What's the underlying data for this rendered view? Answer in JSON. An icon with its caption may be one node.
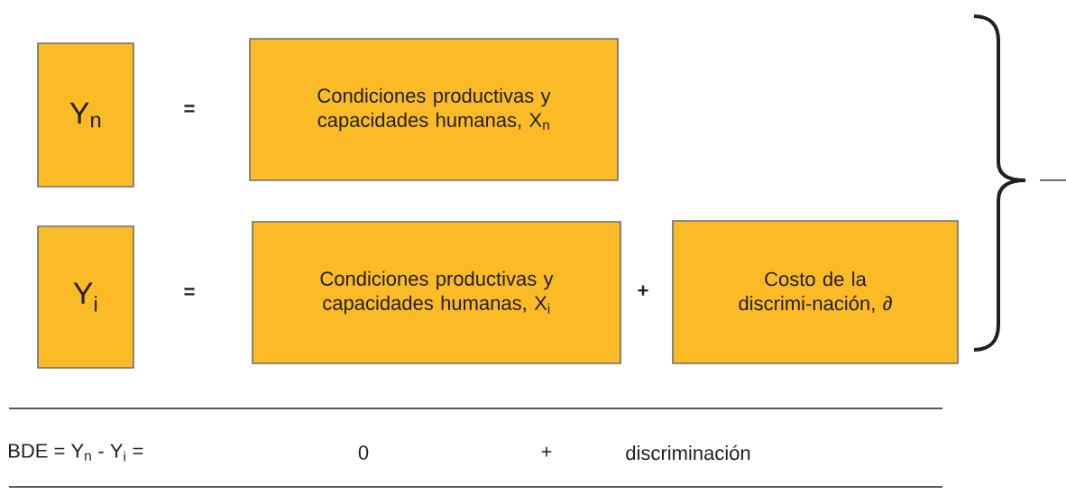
{
  "diagram": {
    "nodes": [
      {
        "text": [
          "Y$_{n}$"
        ]
      },
      {
        "text": [
          "Condiciones productivas y capacidades humanas, X$_{n}$"
        ]
      },
      {
        "text": [
          "Y$_{i}$"
        ]
      },
      {
        "text": [
          "Condiciones productivas y capacidades humanas, X$_{i}$"
        ]
      },
      {
        "text": [
          "Costo de la discrimi-nación, *∂*"
        ]
      }
    ],
    "labels": [
      "=",
      "=",
      "+",
      "BDE = Y$_{n}$ - Y$_{i}$ =",
      "0",
      "+",
      "discriminación"
    ]
  }
}
